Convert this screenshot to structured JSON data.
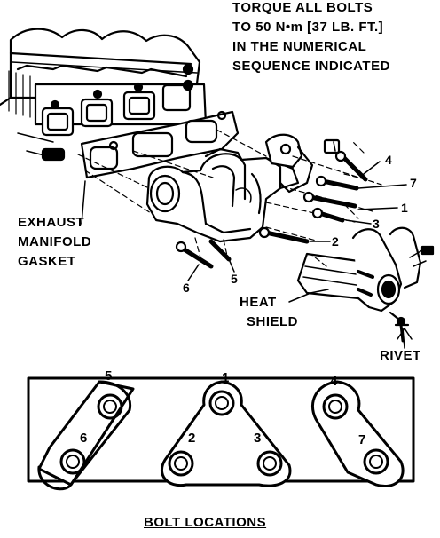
{
  "instructions": [
    "TORQUE ALL BOLTS",
    "TO 50 N•m [37 LB. FT.]",
    "IN THE NUMERICAL",
    "SEQUENCE INDICATED"
  ],
  "gasket_label": [
    "EXHAUST",
    "MANIFOLD",
    "GASKET"
  ],
  "heat_shield_label": [
    "HEAT",
    "SHIELD"
  ],
  "rivet_label": "RIVET",
  "exploded_callouts": [
    "4",
    "7",
    "1",
    "3",
    "2",
    "5",
    "6"
  ],
  "bolt_location_numbers": [
    "5",
    "1",
    "4",
    "6",
    "2",
    "3",
    "7"
  ],
  "caption": "BOLT LOCATIONS"
}
